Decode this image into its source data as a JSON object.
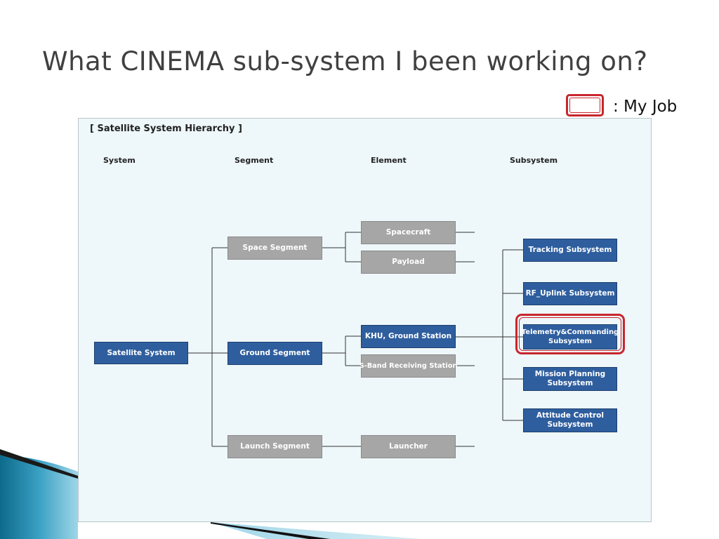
{
  "title": "What CINEMA sub-system I been working on?",
  "legend": {
    "text": ": My Job",
    "highlight_color": "#c8262e"
  },
  "diagram": {
    "heading": "[ Satellite System Hierarchy ]",
    "columns": {
      "system": "System",
      "segment": "Segment",
      "element": "Element",
      "subsystem": "Subsystem"
    },
    "system": "Satellite System",
    "segments": {
      "space": "Space Segment",
      "ground": "Ground Segment",
      "launch": "Launch Segment"
    },
    "elements": {
      "spacecraft": "Spacecraft",
      "payload": "Payload",
      "khu": "KHU, Ground Station",
      "sband": "S-Band Receiving Station",
      "launcher": "Launcher"
    },
    "subsystems": {
      "tracking": "Tracking Subsystem",
      "rf_uplink": "RF_Uplink Subsystem",
      "telemetry_l1": "Telemetry&Commanding",
      "telemetry_l2": "Subsystem",
      "mission_l1": "Mission Planning",
      "mission_l2": "Subsystem",
      "attitude_l1": "Attitude Control",
      "attitude_l2": "Subsystem"
    },
    "colors": {
      "gray_node": "#a6a6a6",
      "blue_node": "#2e5e9e",
      "panel": "#eef7f9"
    }
  }
}
